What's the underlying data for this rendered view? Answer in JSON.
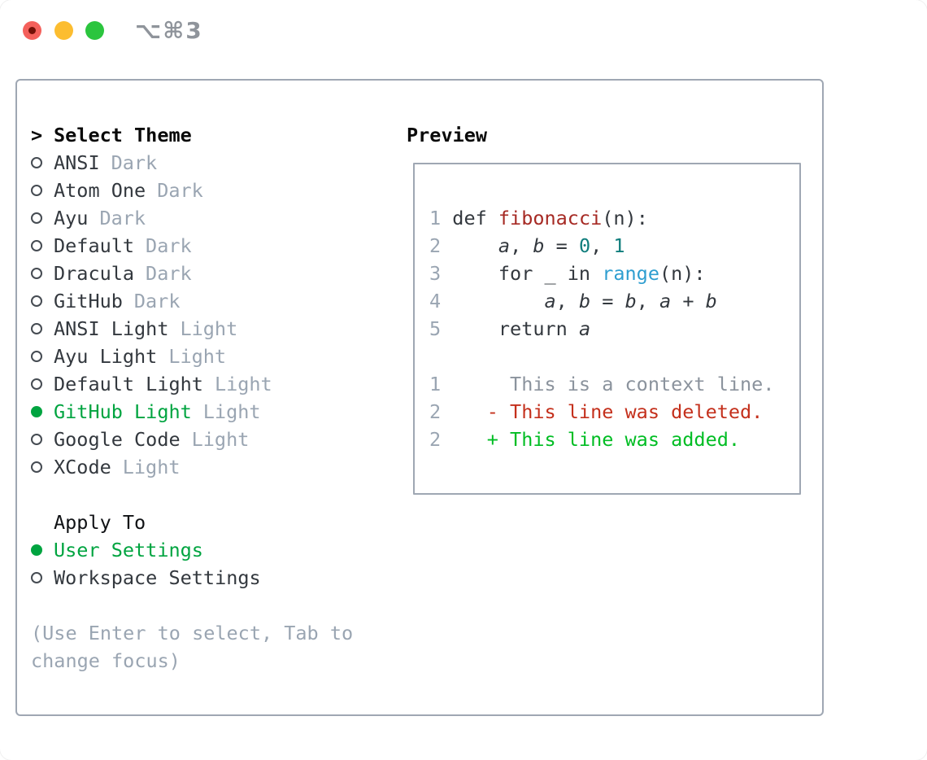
{
  "titlebar": {
    "shortcut_label": "⌥⌘3",
    "traffic_lights": [
      {
        "name": "close",
        "color": "#f4605b",
        "inner_dot_color": "#731007"
      },
      {
        "name": "minimize",
        "color": "#fcbd30"
      },
      {
        "name": "zoom",
        "color": "#2bc53e"
      }
    ]
  },
  "theme_selector": {
    "header_marker": ">",
    "header": "Select Theme",
    "themes": [
      {
        "name": "ANSI",
        "variant": "Dark",
        "selected": false
      },
      {
        "name": "Atom One",
        "variant": "Dark",
        "selected": false
      },
      {
        "name": "Ayu",
        "variant": "Dark",
        "selected": false
      },
      {
        "name": "Default",
        "variant": "Dark",
        "selected": false
      },
      {
        "name": "Dracula",
        "variant": "Dark",
        "selected": false
      },
      {
        "name": "GitHub",
        "variant": "Dark",
        "selected": false
      },
      {
        "name": "ANSI Light",
        "variant": "Light",
        "selected": false
      },
      {
        "name": "Ayu Light",
        "variant": "Light",
        "selected": false
      },
      {
        "name": "Default Light",
        "variant": "Light",
        "selected": false
      },
      {
        "name": "GitHub Light",
        "variant": "Light",
        "selected": true
      },
      {
        "name": "Google Code",
        "variant": "Light",
        "selected": false
      },
      {
        "name": "XCode",
        "variant": "Light",
        "selected": false
      }
    ],
    "apply_to": {
      "header": "Apply To",
      "options": [
        {
          "label": "User Settings",
          "selected": true
        },
        {
          "label": "Workspace Settings",
          "selected": false
        }
      ]
    },
    "hint_lines": [
      "(Use Enter to select, Tab to",
      "change focus)"
    ]
  },
  "preview": {
    "header": "Preview",
    "lines": [
      [
        {
          "t": "1",
          "c": "ln"
        },
        {
          "t": " def ",
          "c": "pl"
        },
        {
          "t": "fibonacci",
          "c": "fn"
        },
        {
          "t": "(n):",
          "c": "pl"
        }
      ],
      [
        {
          "t": "2",
          "c": "ln"
        },
        {
          "t": "     ",
          "c": "pl"
        },
        {
          "t": "a",
          "c": "vr"
        },
        {
          "t": ", ",
          "c": "pl"
        },
        {
          "t": "b",
          "c": "vr"
        },
        {
          "t": " = ",
          "c": "pl"
        },
        {
          "t": "0",
          "c": "nm"
        },
        {
          "t": ", ",
          "c": "pl"
        },
        {
          "t": "1",
          "c": "nm"
        }
      ],
      [
        {
          "t": "3",
          "c": "ln"
        },
        {
          "t": "     for _ in ",
          "c": "pl"
        },
        {
          "t": "range",
          "c": "bi"
        },
        {
          "t": "(n):",
          "c": "pl"
        }
      ],
      [
        {
          "t": "4",
          "c": "ln"
        },
        {
          "t": "         ",
          "c": "pl"
        },
        {
          "t": "a",
          "c": "vr"
        },
        {
          "t": ", ",
          "c": "pl"
        },
        {
          "t": "b",
          "c": "vr"
        },
        {
          "t": " = ",
          "c": "pl"
        },
        {
          "t": "b",
          "c": "vr"
        },
        {
          "t": ", ",
          "c": "pl"
        },
        {
          "t": "a",
          "c": "vr"
        },
        {
          "t": " + ",
          "c": "pl"
        },
        {
          "t": "b",
          "c": "vr"
        }
      ],
      [
        {
          "t": "5",
          "c": "ln"
        },
        {
          "t": "     return ",
          "c": "pl"
        },
        {
          "t": "a",
          "c": "vr"
        }
      ],
      [],
      [
        {
          "t": "1",
          "c": "ln"
        },
        {
          "t": "      ",
          "c": "pl"
        },
        {
          "t": "This is a context line.",
          "c": "ctx"
        }
      ],
      [
        {
          "t": "2",
          "c": "ln"
        },
        {
          "t": "    ",
          "c": "pl"
        },
        {
          "t": "- This line was deleted.",
          "c": "del"
        }
      ],
      [
        {
          "t": "2",
          "c": "ln"
        },
        {
          "t": "    ",
          "c": "pl"
        },
        {
          "t": "+ This line was added.",
          "c": "add"
        }
      ]
    ]
  },
  "colors": {
    "selected_green": "#00a440",
    "muted_gray": "#9aa5b2",
    "text_dark": "#33383e",
    "header_black": "#0a0a0a",
    "border_gray": "#9fa7b3",
    "function_red": "#a62a24",
    "number_teal": "#0f7d7c",
    "builtin_blue": "#2e9ed0",
    "diff_deleted_red": "#c4301c",
    "diff_added_green": "#00bd23",
    "diff_context_gray": "#8b939d",
    "title_gray": "#8f949b"
  }
}
